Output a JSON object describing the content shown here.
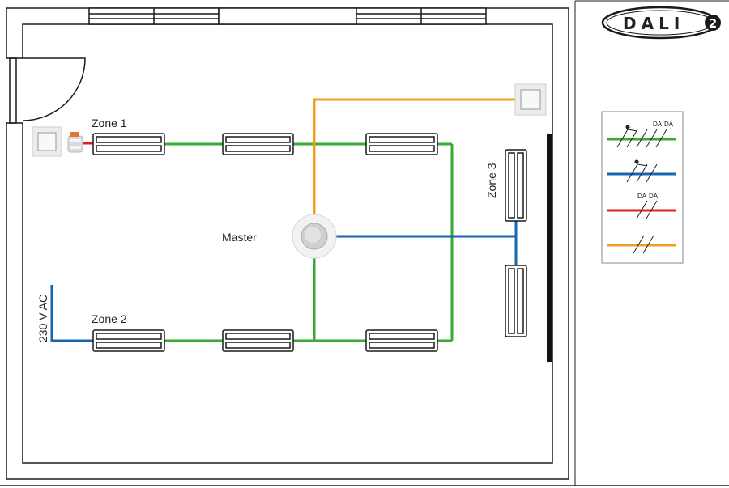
{
  "labels": {
    "zone1": "Zone 1",
    "zone2": "Zone 2",
    "zone3": "Zone 3",
    "master": "Master",
    "mains": "230 V AC"
  },
  "logo": {
    "text": "DALI",
    "version": "2"
  },
  "legend": {
    "da_text": "DA",
    "wires": [
      {
        "id": "green",
        "color": "#3aa935"
      },
      {
        "id": "blue",
        "color": "#1565b0"
      },
      {
        "id": "red",
        "color": "#e02020"
      },
      {
        "id": "orange",
        "color": "#f0a020"
      }
    ]
  },
  "colors": {
    "wall": "#1a1a1a",
    "green": "#3aa935",
    "blue": "#1565b0",
    "red": "#e02020",
    "orange": "#f0a020",
    "window_bar": "#111111"
  }
}
